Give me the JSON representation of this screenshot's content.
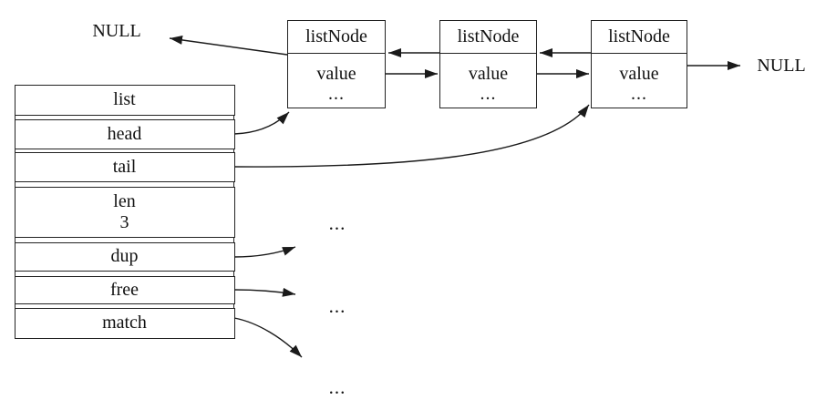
{
  "colors": {
    "background": "#ffffff",
    "line": "#1a1a1a",
    "text": "#111111",
    "border": "#222222"
  },
  "labels": {
    "null_left": "NULL",
    "null_right": "NULL"
  },
  "list_struct": {
    "rows": [
      {
        "label": "list"
      },
      {
        "label": "head"
      },
      {
        "label": "tail"
      },
      {
        "label": "len",
        "value": "3"
      },
      {
        "label": "dup"
      },
      {
        "label": "free"
      },
      {
        "label": "match"
      }
    ]
  },
  "nodes": [
    {
      "title": "listNode",
      "value_label": "value",
      "ellipsis": "..."
    },
    {
      "title": "listNode",
      "value_label": "value",
      "ellipsis": "..."
    },
    {
      "title": "listNode",
      "value_label": "value",
      "ellipsis": "..."
    }
  ],
  "callback_targets": {
    "dup_ellipsis": "...",
    "free_ellipsis": "...",
    "match_ellipsis": "..."
  }
}
